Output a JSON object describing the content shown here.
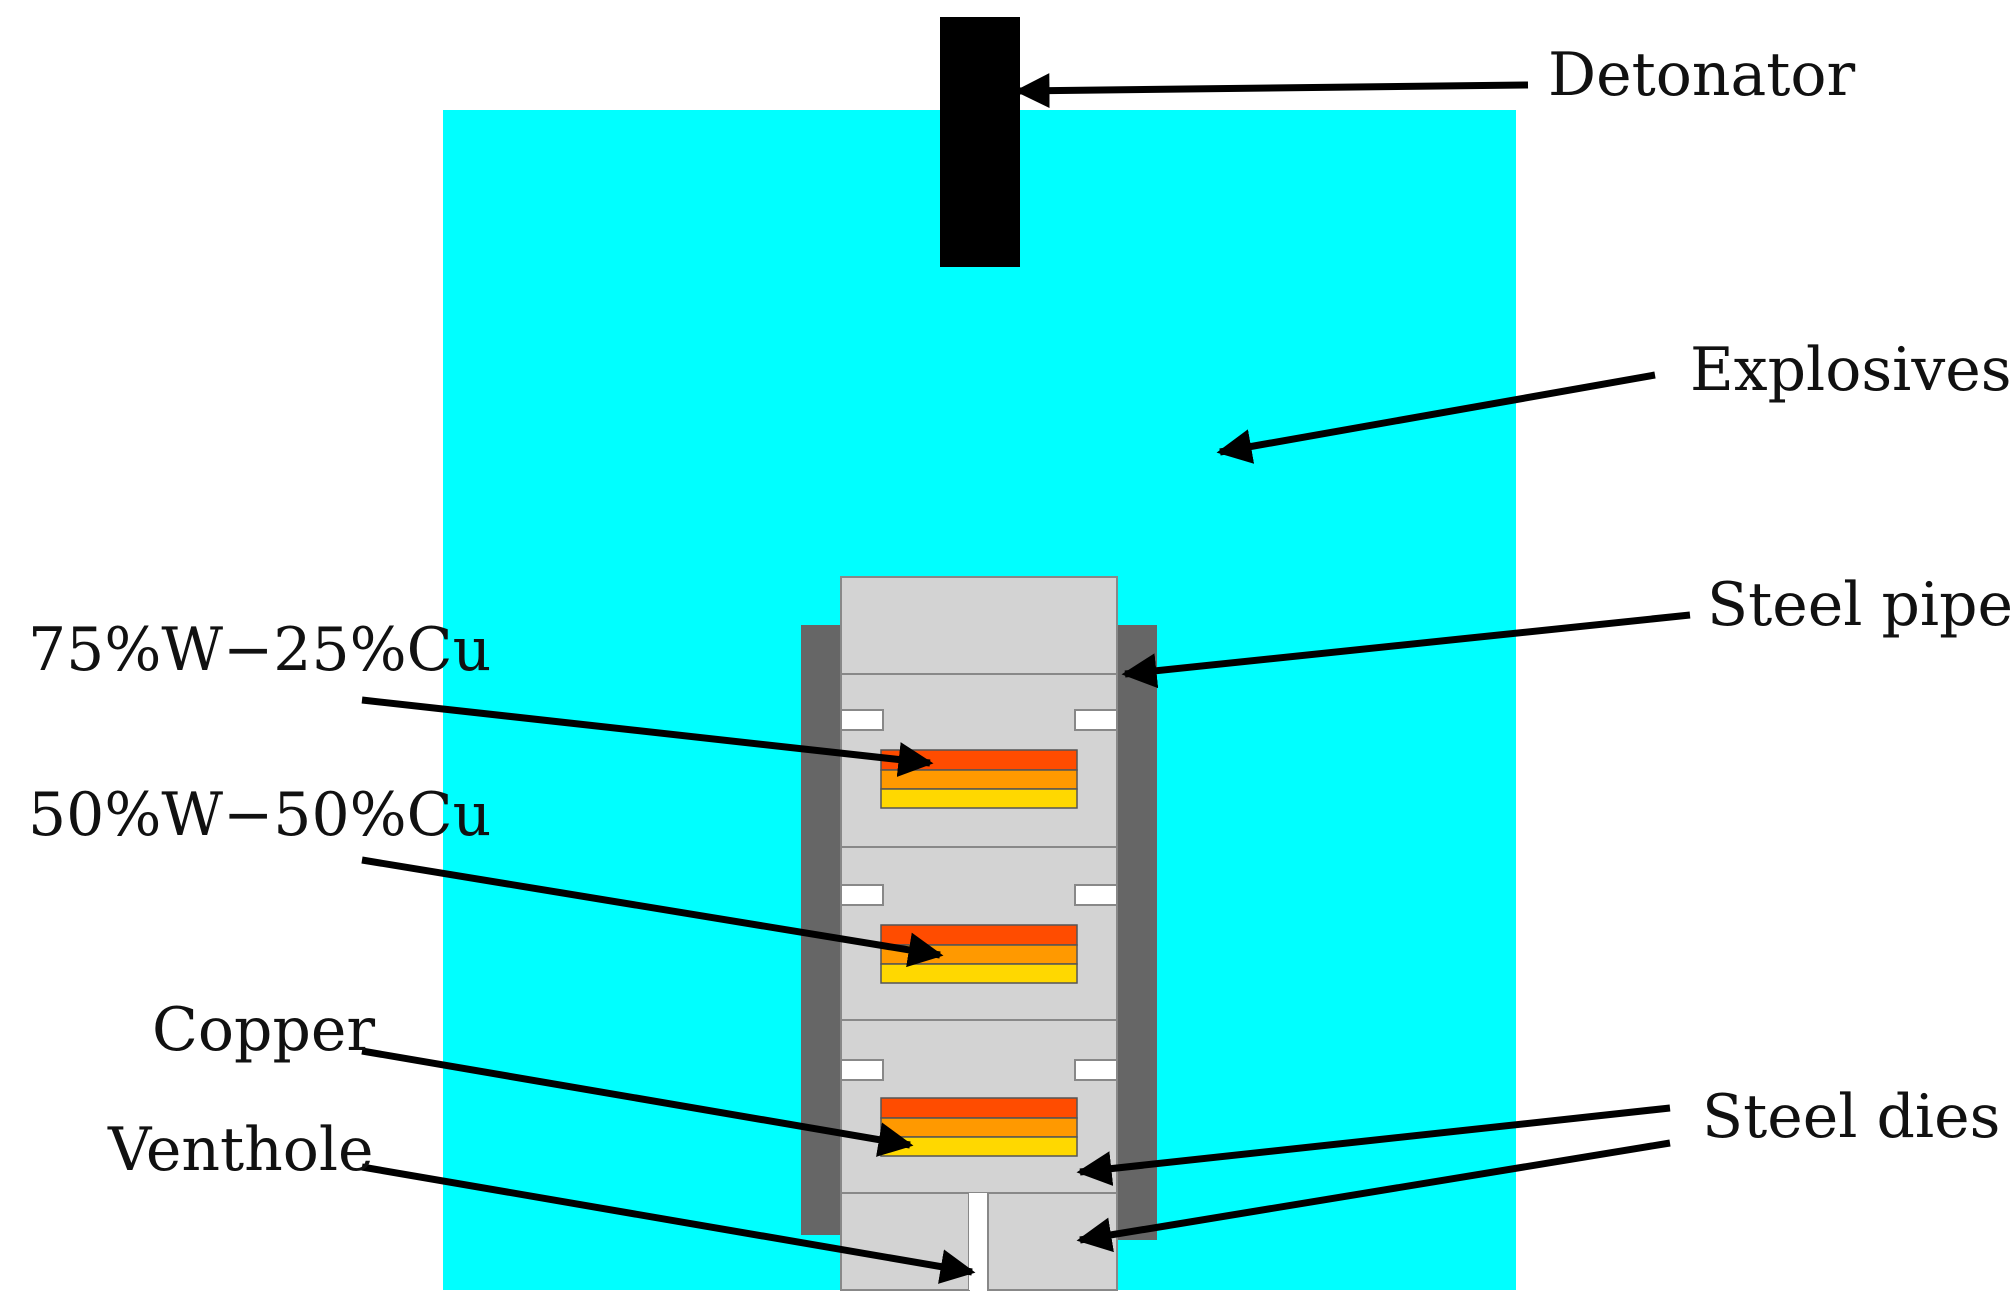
{
  "labels": {
    "detonator": "Detonator",
    "explosives": "Explosives",
    "steel_pipe": "Steel pipe",
    "w75_cu25": "75%W−25%Cu",
    "w50_cu50": "50%W−50%Cu",
    "copper": "Copper",
    "steel_dies": "Steel dies",
    "venthole": "Venthole"
  },
  "colors": {
    "explosives": "#00ffff",
    "detonator": "#000000",
    "steel_pipe": "#666666",
    "steel_die": "#d3d3d3",
    "w75_cu25": "#ff4c00",
    "w50_cu50": "#ff9900",
    "copper": "#ffd800",
    "venthole": "#ffffff",
    "arrow": "#000000"
  }
}
